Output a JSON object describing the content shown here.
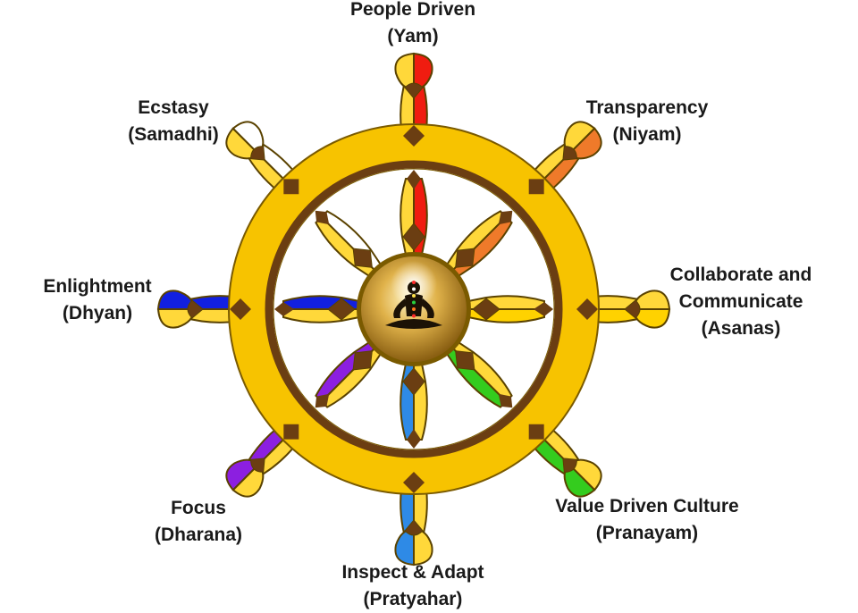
{
  "diagram": {
    "spokes": [
      {
        "key": "yam",
        "title": "People Driven",
        "subtitle": "(Yam)",
        "color": "#f01c10"
      },
      {
        "key": "niyam",
        "title": "Transparency",
        "subtitle": "(Niyam)",
        "color": "#ef7a2a"
      },
      {
        "key": "asanas",
        "title": "Collaborate and",
        "title2": "Communicate",
        "subtitle": "(Asanas)",
        "color": "#ffd200"
      },
      {
        "key": "pranayam",
        "title": "Value Driven Culture",
        "subtitle": "(Pranayam)",
        "color": "#34cc1e"
      },
      {
        "key": "pratyahar",
        "title": "Inspect & Adapt",
        "subtitle": "(Pratyahar)",
        "color": "#2e8ae6"
      },
      {
        "key": "dharana",
        "title": "Focus",
        "subtitle": "(Dharana)",
        "color": "#8c1fe0"
      },
      {
        "key": "dhyan",
        "title": "Enlightment",
        "subtitle": "(Dhyan)",
        "color": "#1220e0"
      },
      {
        "key": "samadhi",
        "title": "Ecstasy",
        "subtitle": "(Samadhi)",
        "color": "#ffffff"
      }
    ],
    "colors": {
      "rim": "#f7c300",
      "rim_outline": "#7a5a00",
      "inner_ring": "#6b3e12",
      "handle": "#ffd83a",
      "knob_dark": "#6b3e12",
      "hub": "#c49a2a"
    },
    "hub_icon": "meditating-figure-icon"
  }
}
